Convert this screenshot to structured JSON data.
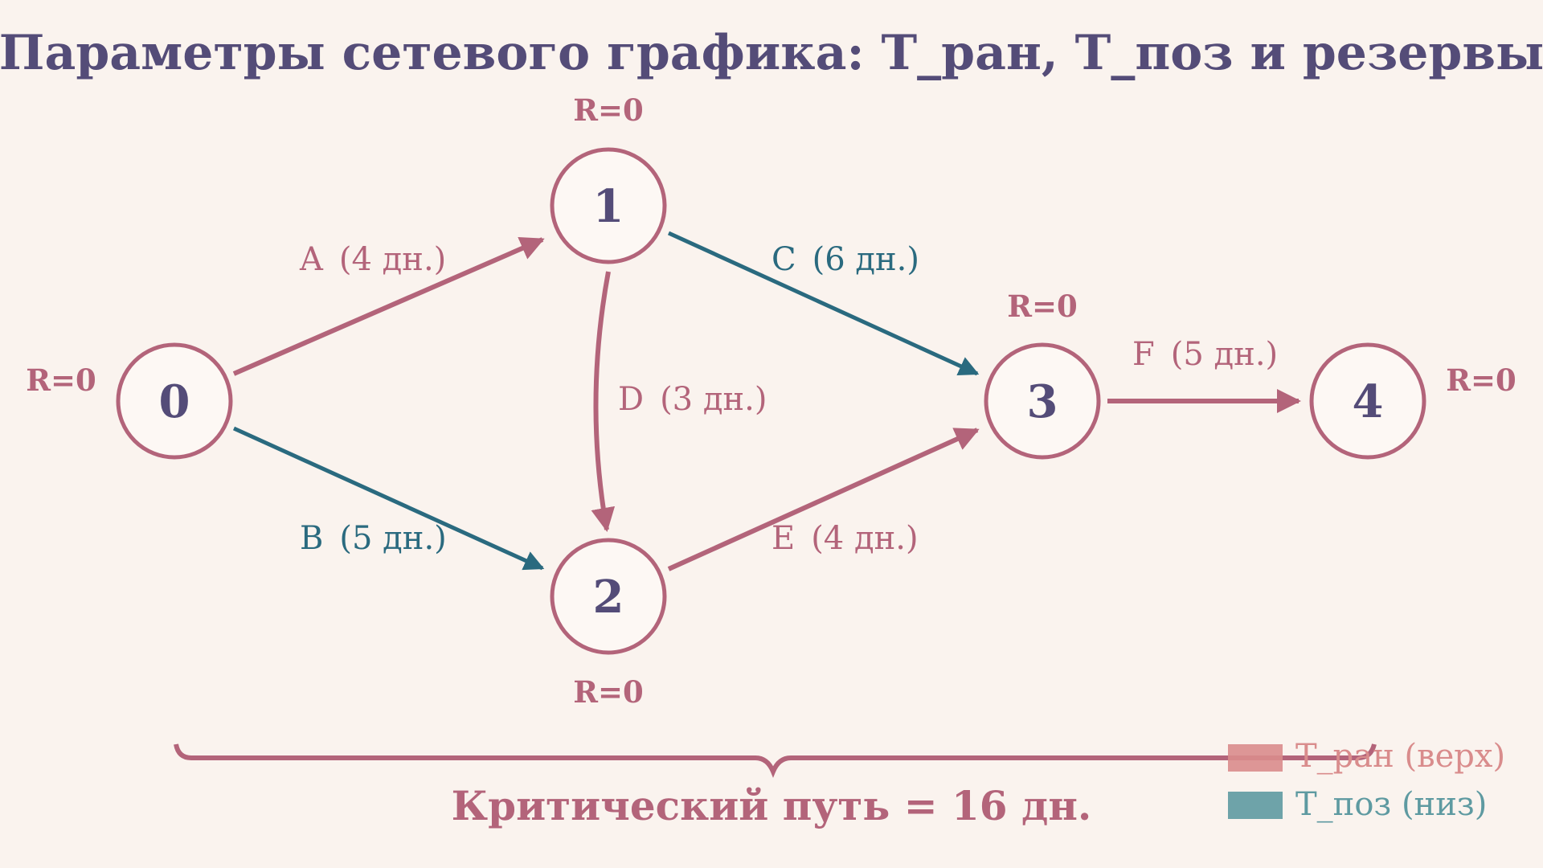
{
  "title": "Параметры сетевого графика: Т_ран, Т_поз и резервы",
  "colors": {
    "critical": "#b3647a",
    "noncritical": "#2a6a7f",
    "node_text": "#544c78",
    "background": "#faf3ee",
    "legend_early": "#d98c8c",
    "legend_late": "#5e9aa1"
  },
  "nodes": [
    {
      "id": "0",
      "label": "0",
      "reserve": "R=0"
    },
    {
      "id": "1",
      "label": "1",
      "reserve": "R=0"
    },
    {
      "id": "2",
      "label": "2",
      "reserve": "R=0"
    },
    {
      "id": "3",
      "label": "3",
      "reserve": "R=0"
    },
    {
      "id": "4",
      "label": "4",
      "reserve": "R=0"
    }
  ],
  "edges": [
    {
      "name": "A",
      "duration": "(4 дн.)",
      "from": "0",
      "to": "1",
      "critical": true
    },
    {
      "name": "B",
      "duration": "(5 дн.)",
      "from": "0",
      "to": "2",
      "critical": false
    },
    {
      "name": "C",
      "duration": "(6 дн.)",
      "from": "1",
      "to": "3",
      "critical": false
    },
    {
      "name": "D",
      "duration": "(3 дн.)",
      "from": "1",
      "to": "2",
      "critical": true
    },
    {
      "name": "E",
      "duration": "(4 дн.)",
      "from": "2",
      "to": "3",
      "critical": true
    },
    {
      "name": "F",
      "duration": "(5 дн.)",
      "from": "3",
      "to": "4",
      "critical": true
    }
  ],
  "critical_path": "Критический путь = 16 дн.",
  "legend": [
    {
      "label": "Т_ран (верх)",
      "color": "#d98c8c"
    },
    {
      "label": "Т_поз (низ)",
      "color": "#5e9aa1"
    }
  ]
}
